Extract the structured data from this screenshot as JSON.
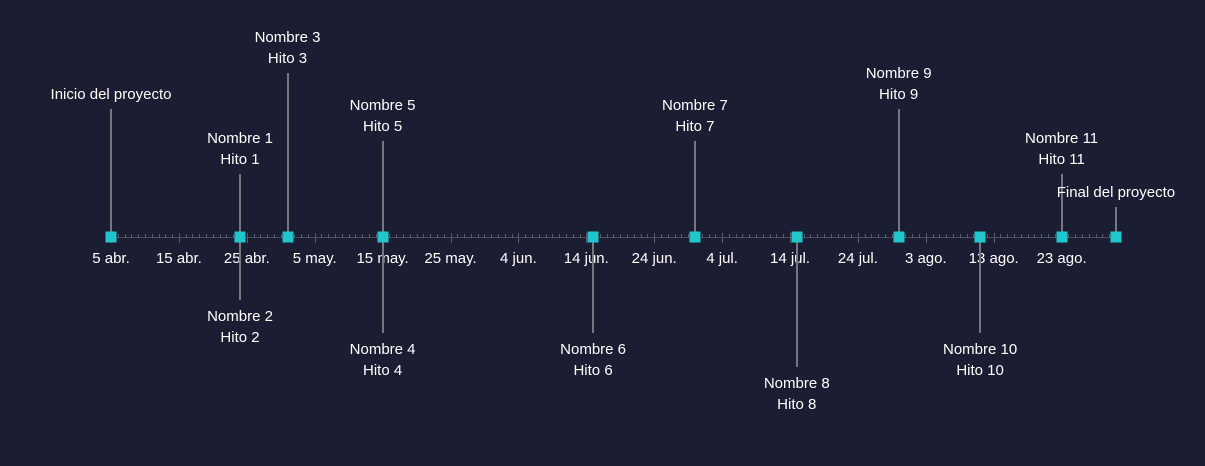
{
  "chart_data": {
    "type": "timeline",
    "title": "",
    "xlabel": "",
    "ylabel": "",
    "axis": {
      "start_date": "5 abr.",
      "tick_interval_days": 10,
      "minor_tick_interval_days": 1,
      "tick_labels": [
        "5 abr.",
        "15 abr.",
        "25 abr.",
        "5 may.",
        "15 may.",
        "25 may.",
        "4 jun.",
        "14 jun.",
        "24 jun.",
        "4 jul.",
        "14 jul.",
        "24 jul.",
        "3 ago.",
        "13 ago.",
        "23 ago."
      ]
    },
    "events": [
      {
        "name": "Inicio del proyecto",
        "label": "",
        "day": 0,
        "side": "above",
        "stem": 128
      },
      {
        "name": "Nombre 1",
        "label": "Hito 1",
        "day": 19,
        "side": "above",
        "stem": 63
      },
      {
        "name": "Nombre 2",
        "label": "Hito 2",
        "day": 19,
        "side": "below",
        "stem": 63
      },
      {
        "name": "Nombre 3",
        "label": "Hito 3",
        "day": 26,
        "side": "above",
        "stem": 164
      },
      {
        "name": "Nombre 4",
        "label": "Hito 4",
        "day": 40,
        "side": "below",
        "stem": 96
      },
      {
        "name": "Nombre 5",
        "label": "Hito 5",
        "day": 40,
        "side": "above",
        "stem": 96
      },
      {
        "name": "Nombre 6",
        "label": "Hito 6",
        "day": 71,
        "side": "below",
        "stem": 96
      },
      {
        "name": "Nombre 7",
        "label": "Hito 7",
        "day": 86,
        "side": "above",
        "stem": 96
      },
      {
        "name": "Nombre 8",
        "label": "Hito 8",
        "day": 101,
        "side": "below",
        "stem": 130
      },
      {
        "name": "Nombre 9",
        "label": "Hito 9",
        "day": 116,
        "side": "above",
        "stem": 128
      },
      {
        "name": "Nombre 10",
        "label": "Hito 10",
        "day": 128,
        "side": "below",
        "stem": 96
      },
      {
        "name": "Nombre 11",
        "label": "Hito 11",
        "day": 140,
        "side": "above",
        "stem": 63
      },
      {
        "name": "Final del proyecto",
        "label": "",
        "day": 148,
        "side": "above",
        "stem": 30
      }
    ],
    "colors": {
      "background": "#1b1d33",
      "marker": "#20c6cb",
      "stem": "#76787f",
      "axis": "#4a4c5c",
      "text": "#ffffff"
    }
  }
}
